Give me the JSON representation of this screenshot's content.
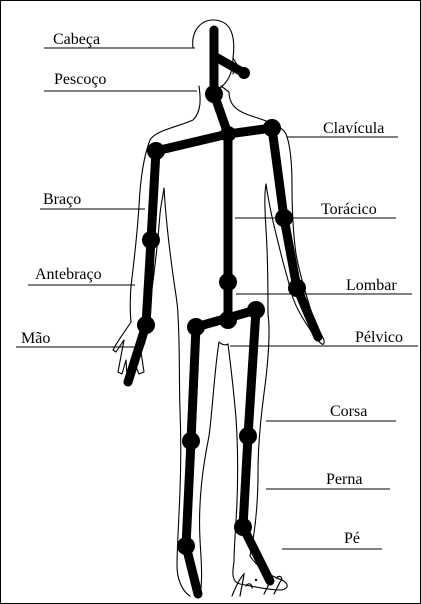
{
  "labels": {
    "cabeca": "Cabeça",
    "pescoco": "Pescoço",
    "clavicula": "Clavícula",
    "braco": "Braço",
    "toracico": "Torácico",
    "antebraco": "Antebraço",
    "lombar": "Lombar",
    "mao": "Mão",
    "pelvico": "Pélvico",
    "corsa": "Corsa",
    "perna": "Perna",
    "pe": "Pé"
  },
  "signature": "signature",
  "colors": {
    "line": "#000000",
    "background": "#ffffff"
  }
}
